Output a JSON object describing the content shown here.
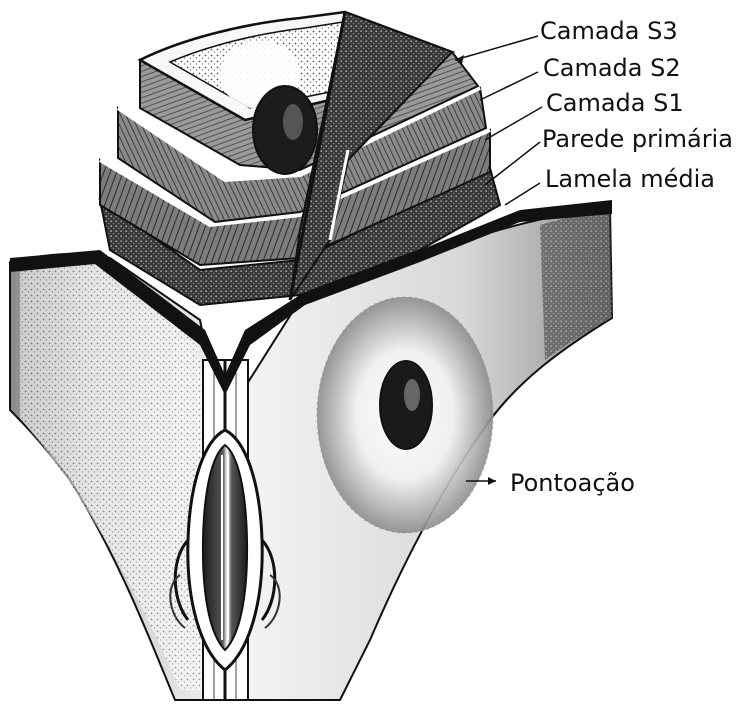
{
  "labels": {
    "camada_s3": "Camada S3",
    "camada_s2": "Camada S2",
    "camada_s1": "Camada S1",
    "parede_primaria": "Parede primária",
    "lamela_media": "Lamela média",
    "pontoacao": "Pontoação"
  },
  "colors": {
    "ink": "#111111",
    "paper": "#ffffff",
    "stipple_dark": "#1e1e1e",
    "stipple_mid": "#6a6a6a",
    "stipple_light": "#c9c9c9"
  }
}
